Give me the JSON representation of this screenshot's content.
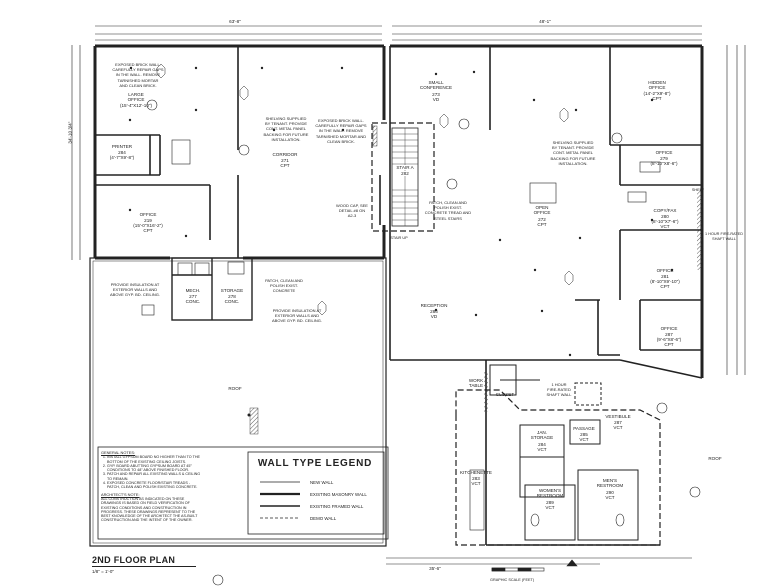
{
  "drawing": {
    "title": "2ND FLOOR PLAN",
    "scale": "1/8\" = 1'-0\"",
    "graphic_scale": "GRAPHIC SCALE (FEET)",
    "stair_up": "STAIR UP"
  },
  "dimensions": {
    "top_left": "63'-8\"",
    "top_right": "48'-1\"",
    "bottom_right": "35'-6\"",
    "left_side": "34'-10 3/4\""
  },
  "rooms": [
    {
      "id": "large_office",
      "name": "LARGE\nOFFICE",
      "code": "(15'-4\"x12'-10\")"
    },
    {
      "id": "printer",
      "name": "PRINTER",
      "code": "284\n(4'-7\"x9'-8\")"
    },
    {
      "id": "corridor",
      "name": "CORRIDOR",
      "code": "271\nCPT"
    },
    {
      "id": "office_219",
      "name": "OFFICE",
      "code": "219\n(15'-0\"x16'-2\")\nCPT"
    },
    {
      "id": "stair_a",
      "name": "STAIR A",
      "code": "282"
    },
    {
      "id": "small_conf",
      "name": "SMALL\nCONFERENCE",
      "code": "273\nVD"
    },
    {
      "id": "open_office",
      "name": "OPEN\nOFFICE",
      "code": "272\nCPT"
    },
    {
      "id": "hidden_office",
      "name": "HIDDEN\nOFFICE",
      "code": "(14'-2\"x9'-8\")\nCPT"
    },
    {
      "id": "office_279",
      "name": "OFFICE",
      "code": "279\n(8'-10\"x8'-6\")"
    },
    {
      "id": "copy_fax",
      "name": "COPY/FAX",
      "code": "280\n(8'-10\"x7'-6\")\nVCT"
    },
    {
      "id": "office_281",
      "name": "OFFICE",
      "code": "281\n(8'-10\"x9'-10\")\nCPT"
    },
    {
      "id": "office_287",
      "name": "OFFICE",
      "code": "287\n(9'-6\"x8'-6\")\nCPT"
    },
    {
      "id": "mech",
      "name": "MECH.",
      "code": "277\nCONC."
    },
    {
      "id": "storage_278",
      "name": "STORAGE",
      "code": "278\nCONC."
    },
    {
      "id": "reception",
      "name": "RECEPTION",
      "code": "286\nVD"
    },
    {
      "id": "roof_left",
      "name": "ROOF",
      "code": ""
    },
    {
      "id": "roof_right",
      "name": "ROOF",
      "code": ""
    },
    {
      "id": "work_table",
      "name": "WORK\nTABLE",
      "code": ""
    },
    {
      "id": "closet",
      "name": "CLOSET",
      "code": ""
    },
    {
      "id": "shaft",
      "name": "1 HOUR\nFIRE-RATED\nSHAFT WALL",
      "code": ""
    },
    {
      "id": "jan_storage",
      "name": "JAN.\nSTORAGE",
      "code": "284\nVCT"
    },
    {
      "id": "passage",
      "name": "PASSAGE",
      "code": "285\nVCT"
    },
    {
      "id": "vestibule",
      "name": "VESTIBULE",
      "code": "287\nVCT"
    },
    {
      "id": "kitchenette",
      "name": "KITCHENETTE",
      "code": "283\nVCT"
    },
    {
      "id": "womens",
      "name": "WOMEN'S\nRESTROOM",
      "code": "289\nVCT"
    },
    {
      "id": "mens",
      "name": "MEN'S\nRESTROOM",
      "code": "290\nVCT"
    }
  ],
  "callouts": {
    "brick_wall_top": "EXPOSED BRICK WALL.\nCAREFULLY REPAIR GAPS\nIN THE WALL. REMOVE\nTARNISHED MORTAR\nAND CLEAN BRICK.",
    "shelving_left": "SHELVING SUPPLIED\nBY TENANT. PROVIDE\nCONT. METAL PANEL\nBACKING FOR FUTURE\nINSTALLATION.",
    "brick_wall_mid": "EXPOSED BRICK WALL.\nCAREFULLY REPAIR GAPS\nIN THE WALL. REMOVE\nTARNISHED MORTAR AND\nCLEAN BRICK.",
    "patch_stair": "PATCH, CLEAN AND\nPOLISH EXIST.\nCONCRETE TREAD AND\nSTEEL STAIRS",
    "wood_cap": "WOOD CAP, SEE\nDETAIL #8 ON\nA2-3",
    "shelving_right": "SHELVING SUPPLIED\nBY TENANT. PROVIDE\nCONT. METAL PANEL\nBACKING FOR FUTURE\nINSTALLATION.",
    "insulation_left": "PROVIDE INSULATION AT\nEXTERIOR WALLS AND\nABOVE GYP. BD. CEILING.",
    "patch_clean": "PATCH, CLEAN AND\nPOLISH EXIST.\nCONCRETE",
    "insulation_right": "PROVIDE INSULATION AT\nEXTERIOR WALLS AND\nABOVE GYP. BD. CEILING.",
    "fire_rated": "1 HOUR FIRE-RATED\nSHAFT WALL",
    "shelf": "SHELF"
  },
  "general_notes": {
    "heading": "GENERAL NOTES:",
    "items": [
      "INSTALL GYPSUM BOARD NO HIGHER THAN TO THE BOTTOM OF THE EXISTING CEILING JOISTS.",
      "GYP. BOARD ABUTTING GYPSUM BOARD AT 45° CONDITIONS TO 48\" ABOVE FINISHED FLOOR.",
      "PATCH AND REPAIR ALL EXISTING WALLS & CEILING TO REMAIN.",
      "EXPOSED CONCRETE FLOOR/STAIR TREADS - PATCH, CLEAN AND POLISH EXISTING CONCRETE."
    ],
    "arch_heading": "ARCHITECT'S NOTE:",
    "arch_text": "ALL CONSTRUCTION AS INDICATED ON THESE DRAWINGS IS BASED ON FIELD VERIFICATION OF EXISTING CONDITIONS AND CONSTRUCTION IN PROGRESS. THESE DRAWINGS REPRESENT TO THE BEST KNOWLEDGE OF THE ARCHITECT THE AS-BUILT CONSTRUCTION AND THE INTENT OF THE OWNER."
  },
  "legend": {
    "title": "WALL TYPE LEGEND",
    "rows": [
      "NEW WALL",
      "EXISTING MASONRY WALL",
      "EXISTING FRAMED WALL",
      "DEMO WALL"
    ]
  }
}
